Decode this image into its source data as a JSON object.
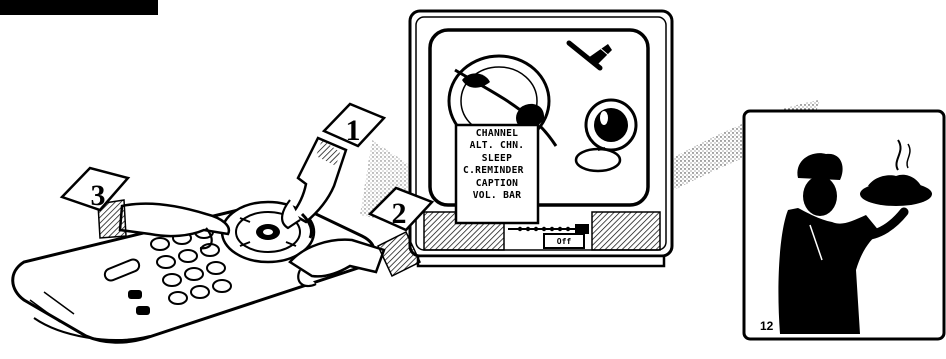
{
  "steps": [
    "1",
    "2",
    "3"
  ],
  "osd_menu": {
    "items": [
      "CHANNEL",
      "ALT. CHN.",
      "SLEEP",
      "C.REMINDER",
      "CAPTION",
      "VOL. BAR"
    ],
    "highlighted_index": 3,
    "value_label": "Off"
  },
  "channel_preview": {
    "channel_number": "12"
  }
}
